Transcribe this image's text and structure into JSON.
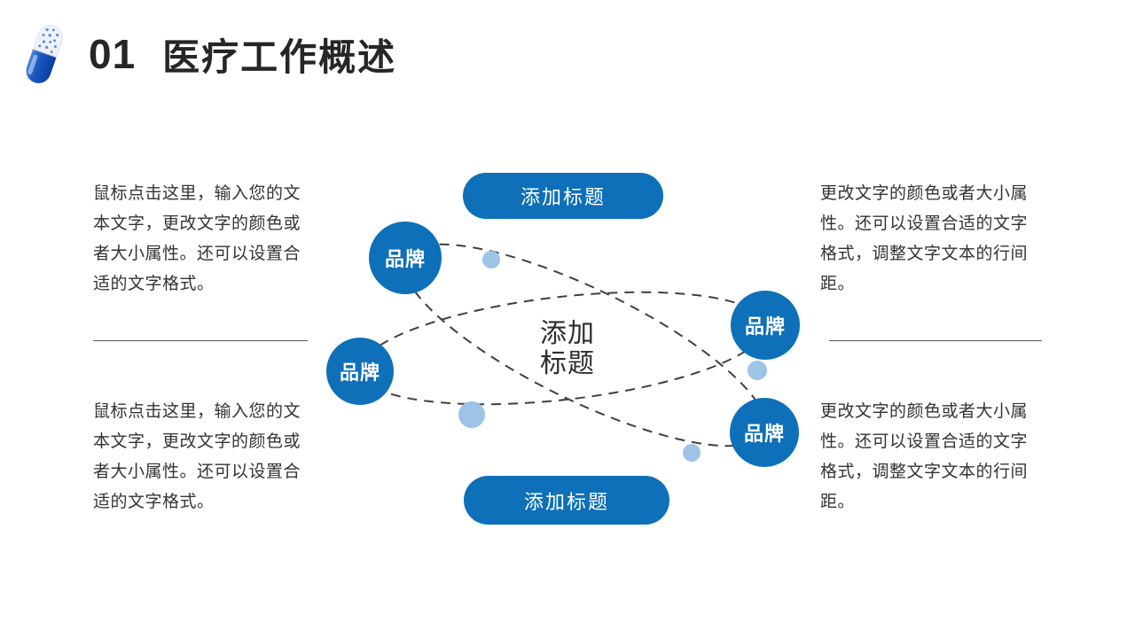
{
  "slide": {
    "header": {
      "number": "01",
      "title": "医疗工作概述",
      "icon": "blue-white-capsule-pill"
    },
    "colors": {
      "primary_blue": "#0D70B8",
      "accent_light_blue": "#9DC3E6",
      "dash_gray": "#3F3F3F",
      "heading_text": "#262626",
      "body_text": "#333333",
      "divider_gray": "#595959",
      "background": "#FFFFFF"
    },
    "left_column": {
      "top_paragraph": {
        "lines": [
          "鼠标点击这里，输入您的文",
          "本文字，更改文字的颜色或",
          "者大小属性。还可以设置合",
          "适的文字格式。"
        ]
      },
      "bottom_paragraph": {
        "lines": [
          "鼠标点击这里，输入您的文",
          "本文字，更改文字的颜色或",
          "者大小属性。还可以设置合",
          "适的文字格式。"
        ]
      }
    },
    "right_column": {
      "top_paragraph": {
        "lines": [
          "更改文字的颜色或者大小属",
          "性。还可以设置合适的文字",
          "格式，调整文字文本的行间",
          "距。"
        ]
      },
      "bottom_paragraph": {
        "lines": [
          "更改文字的颜色或者大小属",
          "性。还可以设置合适的文字",
          "格式，调整文字文本的行间",
          "距。"
        ]
      }
    },
    "diagram": {
      "top_pill_label": "添加标题",
      "bottom_pill_label": "添加标题",
      "center_title_line1": "添加",
      "center_title_line2": "标题",
      "brand_labels": [
        "品牌",
        "品牌",
        "品牌",
        "品牌"
      ]
    }
  }
}
